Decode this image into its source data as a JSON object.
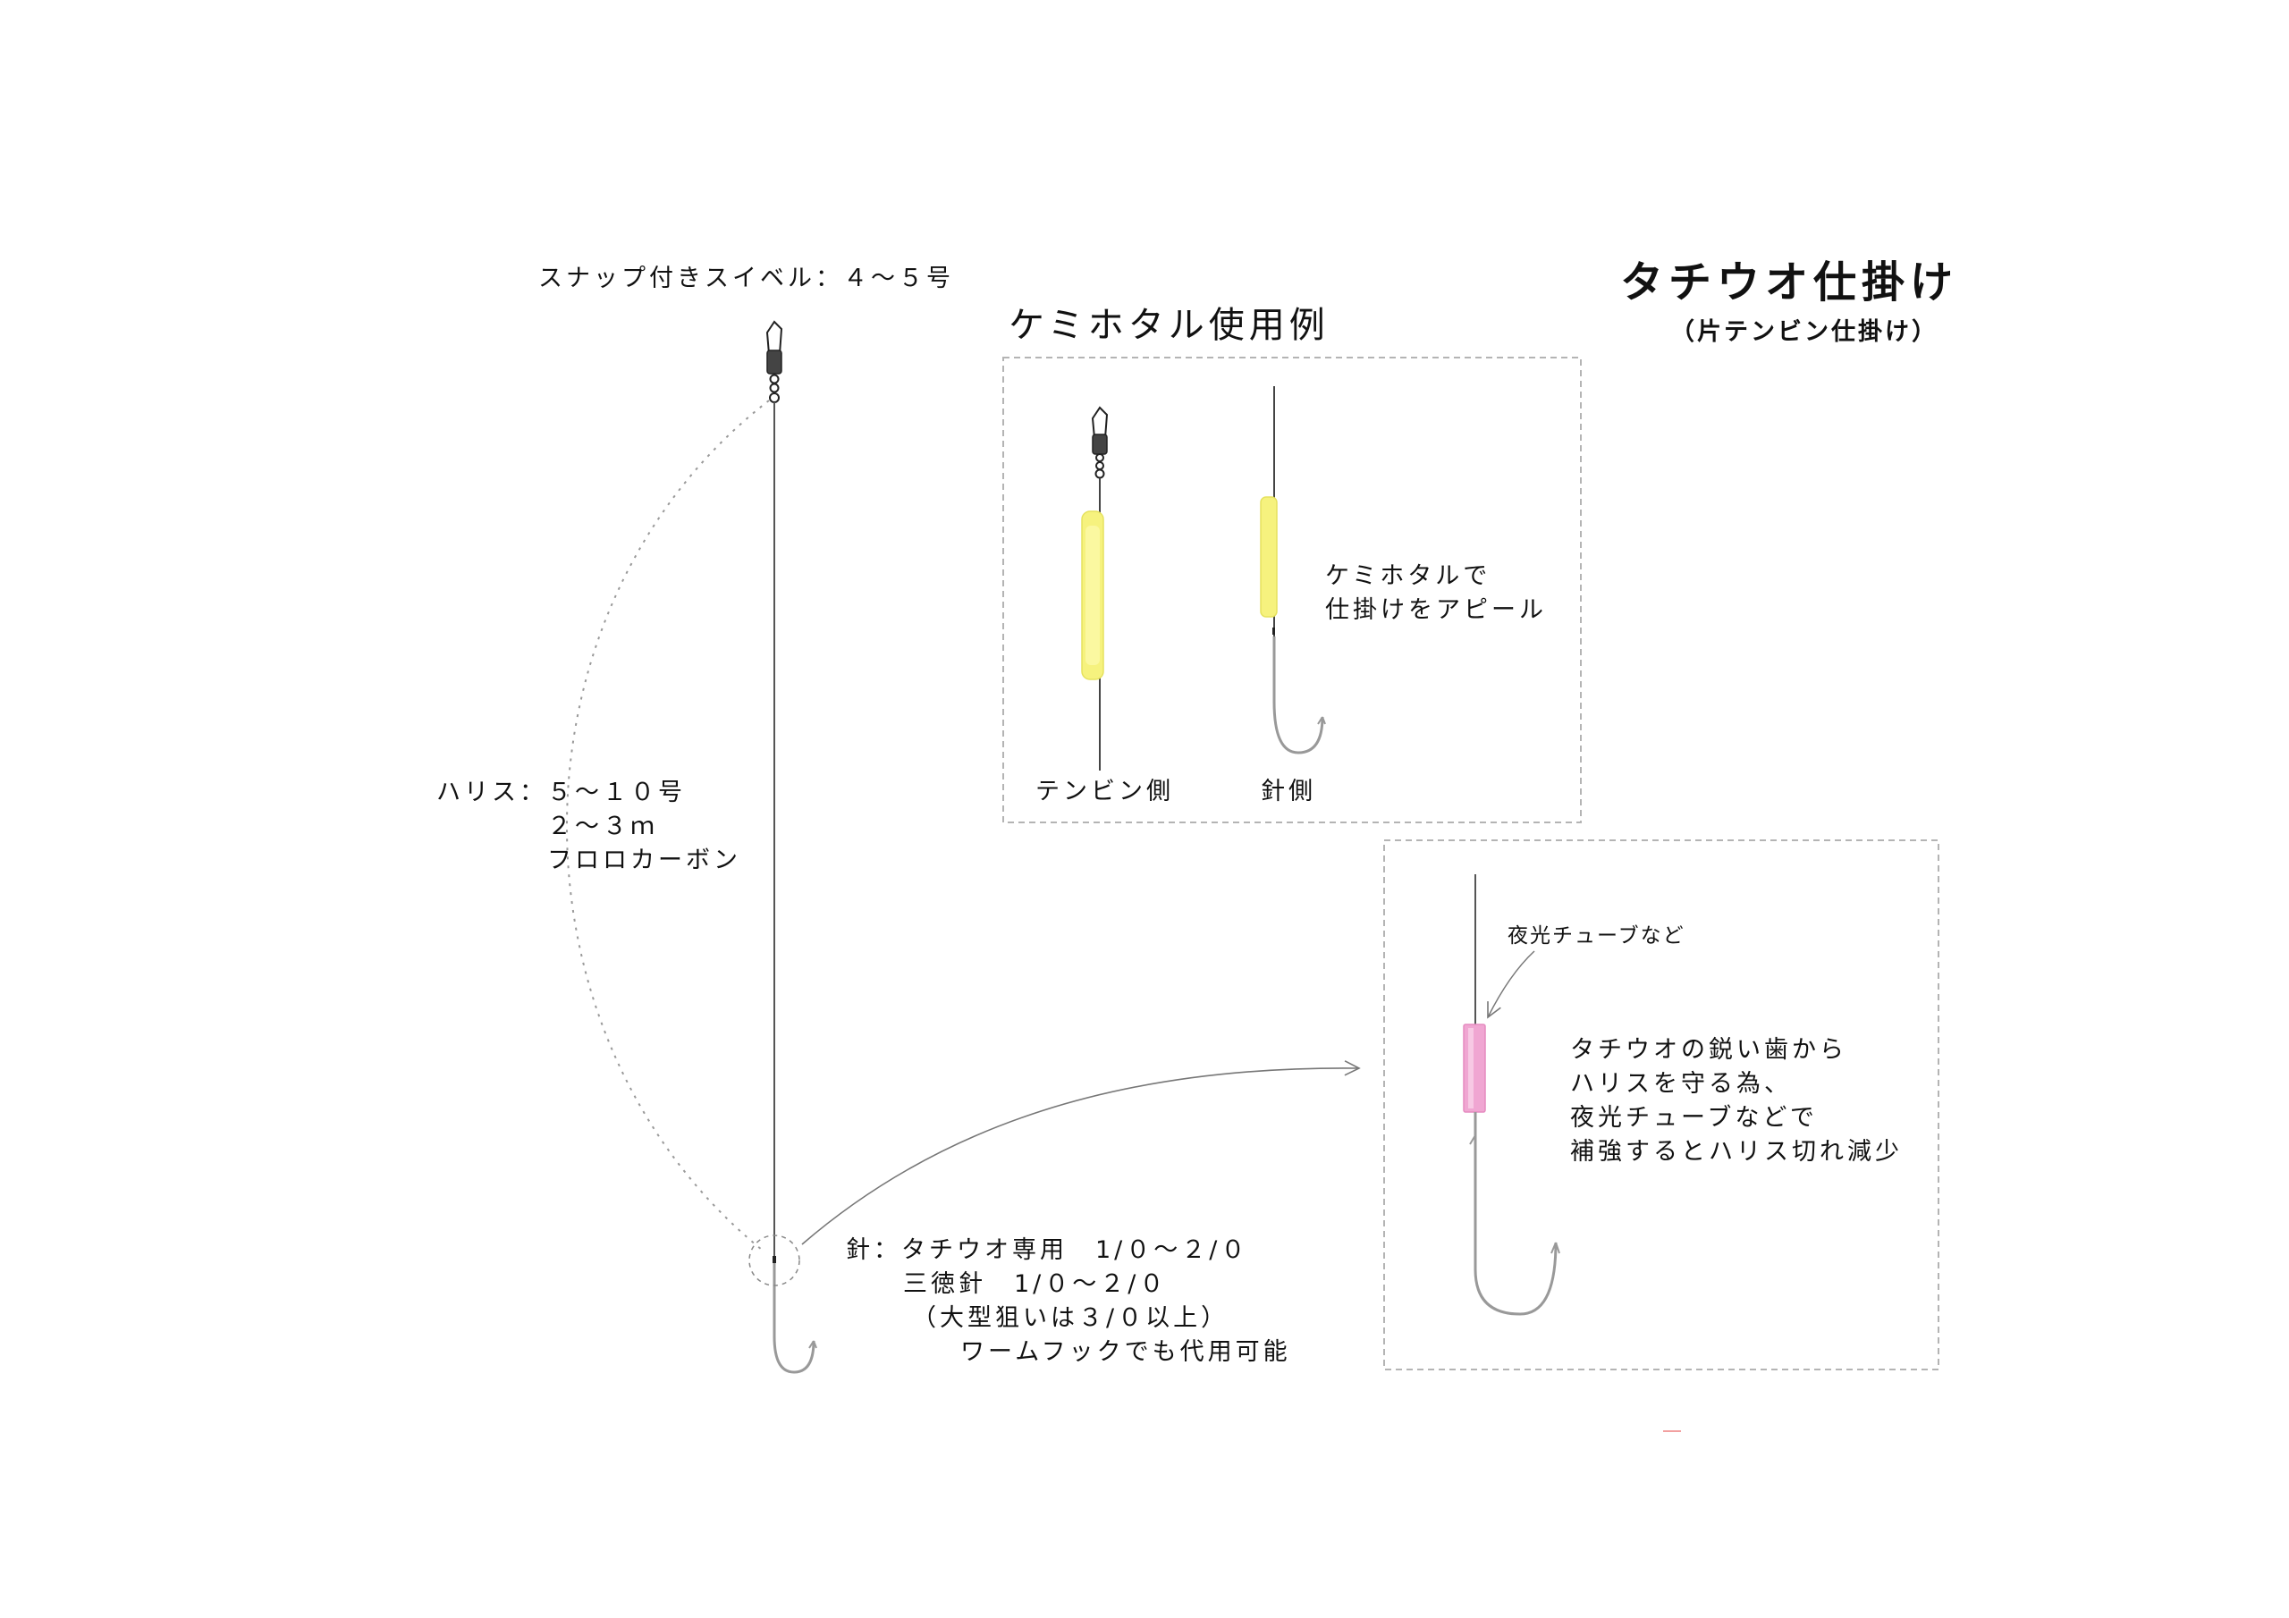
{
  "title": "タチウオ仕掛け",
  "subtitle": "（片テンビン仕掛け）",
  "swivel_label": "スナップ付きスイベル：４～５号",
  "harisu": {
    "line1": "ハリス：５～１０号",
    "line2": "２～３ｍ",
    "line3": "フロロカーボン"
  },
  "hook_spec": {
    "line1": "針：タチウオ専用　1/０～２/０",
    "line2": "三徳針　1/０～２/０",
    "line3": "（大型狙いは３/０以上）",
    "line4": "ワームフックでも代用可能"
  },
  "chemi_box": {
    "heading": "ケミホタル使用例",
    "tenbin_label": "テンビン側",
    "hook_side_label": "針側",
    "note_line1": "ケミホタルで",
    "note_line2": "仕掛けをアピール"
  },
  "tube_box": {
    "pointer_label": "夜光チューブなど",
    "note_line1": "タチウオの鋭い歯から",
    "note_line2": "ハリスを守る為、",
    "note_line3": "夜光チューブなどで",
    "note_line4": "補強するとハリス切れ減少"
  },
  "colors": {
    "line": "#555555",
    "hook": "#999999",
    "chemi_yellow": "#f6f27e",
    "tube_pink": "#f0a6d2",
    "dashed_frame": "#b4b4b4"
  }
}
